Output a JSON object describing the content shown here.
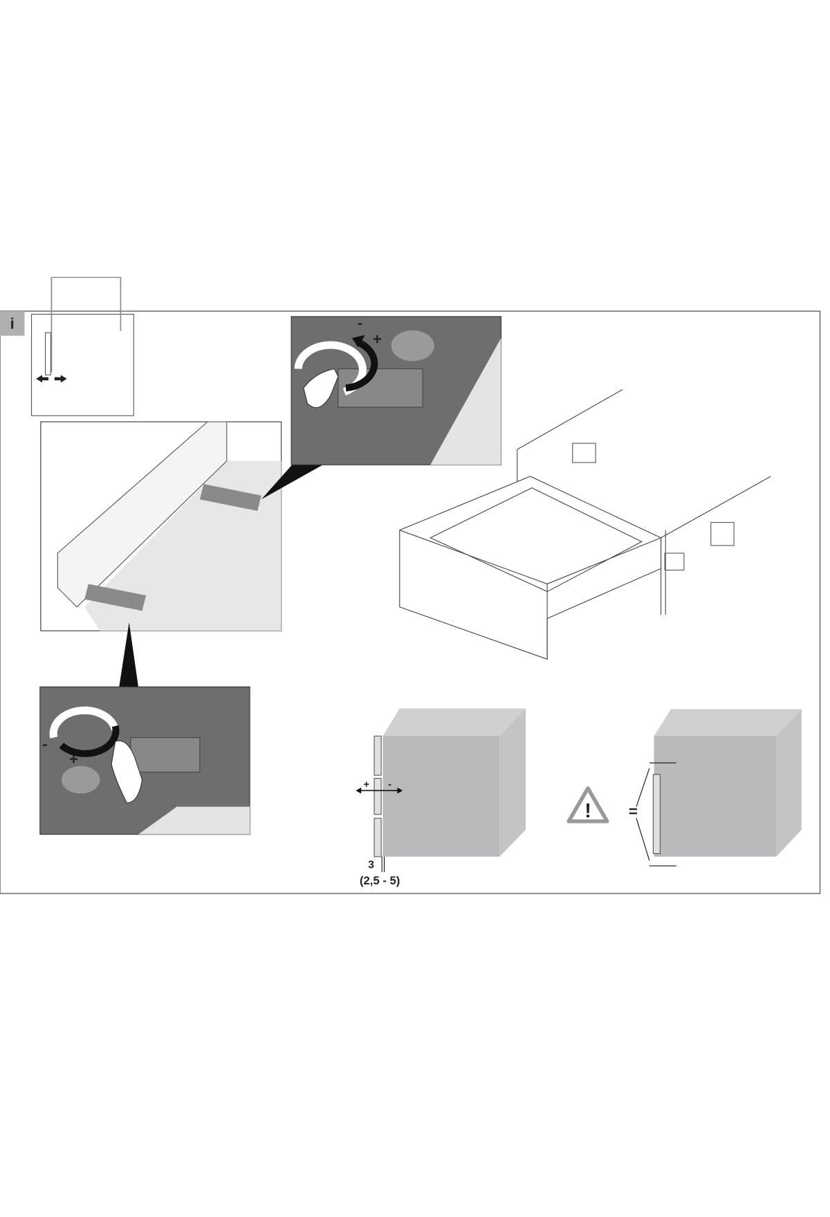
{
  "info_tab": {
    "label": "i"
  },
  "top_detail": {
    "minus_label": "-",
    "plus_label": "+"
  },
  "bottom_detail": {
    "minus_label": "-",
    "plus_label": "+"
  },
  "adjust_panel": {
    "plus_label": "+",
    "minus_label": "-",
    "gap_value": "3",
    "gap_range": "(2,5 - 5)"
  },
  "warning": {
    "symbol": "!"
  },
  "equal_panel": {
    "equal_label": "="
  },
  "colors": {
    "frame": "#777777",
    "panel_gray": "#b9babc",
    "detail_dark": "#6e6e6e",
    "tab_gray": "#b0b0b0"
  }
}
